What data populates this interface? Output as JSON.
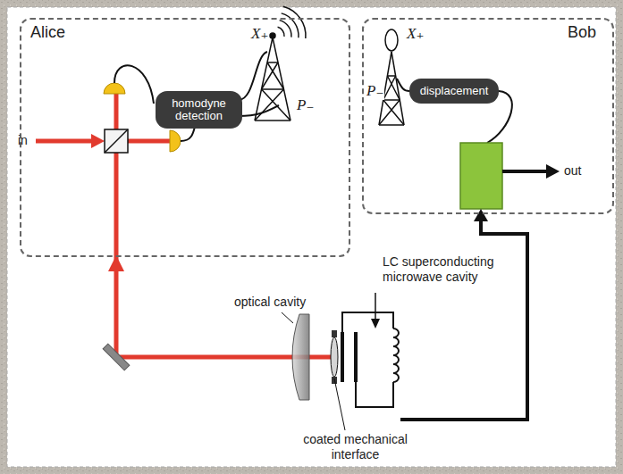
{
  "diagram": {
    "nodes": [
      {
        "text": [
          "Alice"
        ]
      },
      {
        "text": [
          "homodyne detection"
        ],
        "in": 0
      },
      {
        "text": [
          "Bob"
        ]
      },
      {
        "text": [
          "displacement"
        ],
        "in": 2
      }
    ],
    "labels": [
      "X₊",
      "P₋",
      "X₊",
      "P₋",
      "in",
      "out",
      "optical cavity",
      "LC superconducting microwave cavity",
      "coated mechanical interface"
    ]
  }
}
